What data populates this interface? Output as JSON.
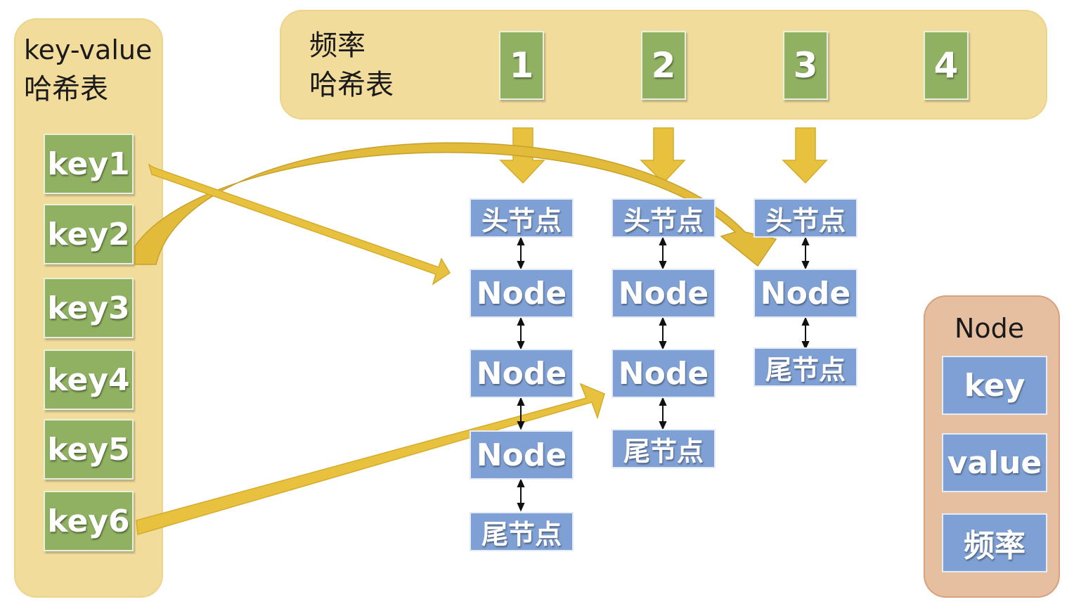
{
  "kv_hash": {
    "title_line1": "key-value",
    "title_line2": "哈希表",
    "keys": [
      "key1",
      "key2",
      "key3",
      "key4",
      "key5",
      "key6"
    ]
  },
  "freq_hash": {
    "title_line1": "频率",
    "title_line2": "哈希表",
    "buckets": [
      "1",
      "2",
      "3",
      "4"
    ]
  },
  "lists": {
    "head_label": "头节点",
    "node_label": "Node",
    "tail_label": "尾节点"
  },
  "node_struct": {
    "title": "Node",
    "fields": [
      "key",
      "value",
      "频率"
    ]
  },
  "colors": {
    "panel_yellow": "#f2dc9b",
    "arrow_yellow": "#e8c23e",
    "green_box": "#8fb161",
    "blue_box": "#7fa0d4",
    "node_panel": "#e5bfa0"
  }
}
